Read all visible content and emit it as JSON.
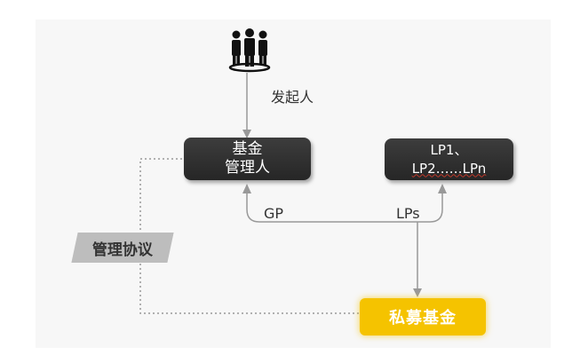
{
  "nodes": {
    "sponsor_label": "发起人",
    "manager_line1": "基金",
    "manager_line2": "管理人",
    "lps_line1": "LP1、",
    "lps_line2": "LP2……LPn",
    "fund": "私募基金",
    "agreement": "管理协议"
  },
  "edges": {
    "gp": "GP",
    "lps": "LPs"
  },
  "colors": {
    "dark_box": "#2e2e2e",
    "fund_box": "#f5c300",
    "agreement_tag": "#bdbdbd",
    "connector": "#999999"
  },
  "icons": {
    "sponsor": "people-group-icon"
  }
}
